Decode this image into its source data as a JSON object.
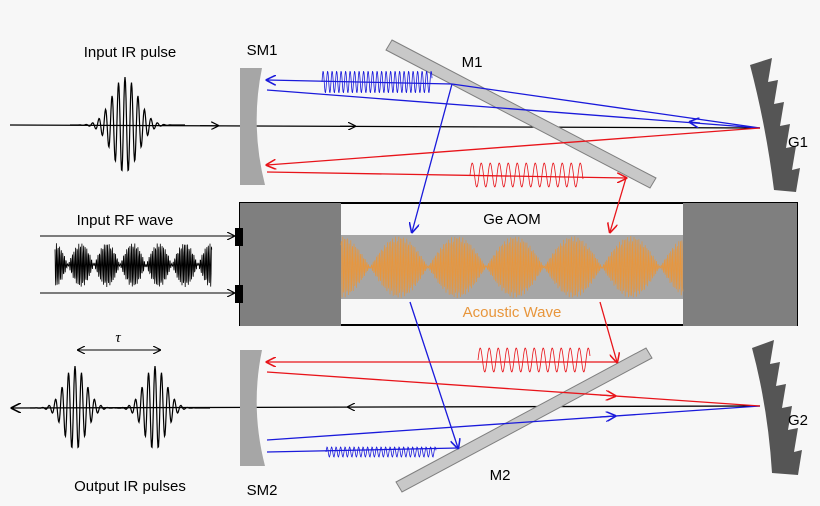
{
  "labels": {
    "input_ir": "Input IR pulse",
    "input_rf": "Input RF wave",
    "output_ir": "Output IR pulses",
    "tau": "τ",
    "sm1": "SM1",
    "sm2": "SM2",
    "m1": "M1",
    "m2": "M2",
    "g1": "G1",
    "g2": "G2",
    "aom": "Ge AOM",
    "acoustic": "Acoustic Wave"
  },
  "colors": {
    "background": "#f7f7f7",
    "blue_beam": "#1a1adb",
    "red_beam": "#e8141a",
    "acoustic": "#e8963c",
    "mirror": "#a6a6a6",
    "aom_block": "#7f7f7f",
    "grating": "#555555"
  }
}
